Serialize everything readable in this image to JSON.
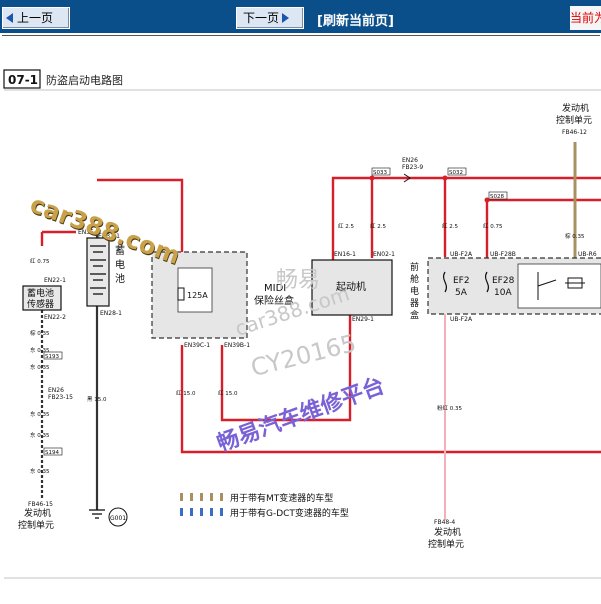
{
  "toolbar": {
    "prev_label": "上一页",
    "next_label": "下一页",
    "refresh_label": "[刷新当前页]",
    "current_label": "当前为"
  },
  "diagram": {
    "section_number": "07-1",
    "title": "防盗启动电路图",
    "battery_sensor": [
      "蓄电池",
      "传感器"
    ],
    "battery": [
      "蓄",
      "电",
      "池"
    ],
    "midi": [
      "MIDI",
      "保险丝盒"
    ],
    "starter": "起动机",
    "front_box": [
      "前",
      "舱",
      "电",
      "器",
      "盒"
    ],
    "ecu_top": [
      "发动机",
      "控制单元"
    ],
    "ecu_bottom": [
      "发动机",
      "控制单元"
    ],
    "ecu_left": [
      "发动机",
      "控制单元"
    ],
    "fuse_midi": "125A",
    "fuse_ef2": [
      "EF2",
      "5A"
    ],
    "fuse_ef28": [
      "EF28",
      "10A"
    ],
    "ground": "G001",
    "legend": [
      "用于带有MT变速器的车型",
      "用于带有G-DCT变速器的车型"
    ],
    "connectors": {
      "en35": "EN35-1",
      "en31": "EN31-1",
      "en22_1": "EN22-1",
      "en22_2": "EN22-2",
      "en28": "EN28-1",
      "en39c": "EN39C-1",
      "en39b": "EN39B-1",
      "en16": "EN16-1",
      "en02": "EN02-1",
      "en29": "EN29-1",
      "en26_top": [
        "EN26",
        "FB23-9"
      ],
      "en26_left": [
        "EN26",
        "FB23-15"
      ],
      "ub_f2a_top": "UB-F2A",
      "ub_f28b": "UB-F28B",
      "ub_f2a_bottom": "UB-F2A",
      "ub_r6": "UB-R6",
      "fb46_12": "FB46-12",
      "fb46_15": "FB46-15",
      "fb48_4": "FB48-4"
    },
    "splices": {
      "s033": "S033",
      "s032": "S032",
      "s028": "S028",
      "s193": "S193",
      "s194": "S194"
    },
    "wires": {
      "red_075": "红 0.75",
      "red_25a": "红 2.5",
      "red_25b": "红 2.5",
      "red_25c": "红 2.5",
      "red_075b": "红 0.75",
      "brown_a": "棕 0.35",
      "brown_top": "棕 0.35",
      "brown_b": "东 0.35",
      "brown_c": "东 0.35",
      "brown_d": "东 0.35",
      "brown_e": "东 0.35",
      "brown_f": "东 0.35",
      "black_15": "黑 15.0",
      "red_15a": "红 15.0",
      "red_15b": "红 15.0",
      "pink_035": "粉红 0.35"
    }
  },
  "watermarks": {
    "car388": "car388.com",
    "site1": "畅易",
    "site2": "car388.com",
    "site3": "CY20165",
    "platform": "畅易汽车维修平台"
  },
  "colors": {
    "power_wire": "#d81e28",
    "black_wire": "#333333",
    "brown_wire": "#a89060",
    "pink_wire": "#f3b0b8",
    "toolbar_bg": "#0b4f8a"
  }
}
